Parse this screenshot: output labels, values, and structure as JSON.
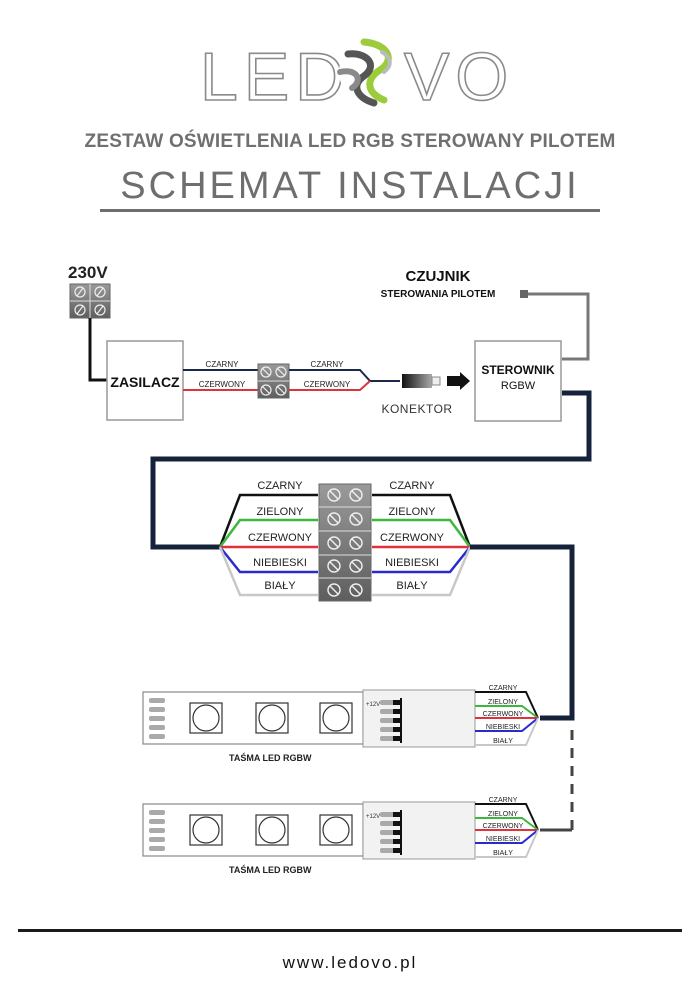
{
  "brand": {
    "logo_text_left": "LED",
    "logo_text_right": "VO",
    "logo_accent_color": "#9ccc3c",
    "logo_gray_color": "#8a8a8a"
  },
  "header": {
    "subtitle": "ZESTAW OŚWIETLENIA LED RGB STEROWANY PILOTEM",
    "title": "SCHEMAT INSTALACJI"
  },
  "diagram": {
    "mains": {
      "label": "230V"
    },
    "power_supply": {
      "label": "ZASILACZ"
    },
    "psu_wires": [
      {
        "label": "CZARNY",
        "color": "#1c2a4a"
      },
      {
        "label": "CZERWONY",
        "color": "#e0323c"
      }
    ],
    "connector": {
      "label": "KONEKTOR"
    },
    "sensor": {
      "title": "CZUJNIK",
      "subtitle": "STEROWANIA PILOTEM"
    },
    "controller": {
      "line1": "STEROWNIK",
      "line2": "RGBW"
    },
    "terminal_wires": [
      {
        "label": "CZARNY",
        "color": "#111111"
      },
      {
        "label": "ZIELONY",
        "color": "#3cb83c"
      },
      {
        "label": "CZERWONY",
        "color": "#e0323c"
      },
      {
        "label": "NIEBIESKI",
        "color": "#2a2ad0"
      },
      {
        "label": "BIAŁY",
        "color": "#d8d8d8"
      }
    ],
    "strips": [
      {
        "label": "TAŚMA LED RGBW",
        "voltage": "+12V"
      },
      {
        "label": "TAŚMA LED RGBW",
        "voltage": "+12V"
      }
    ],
    "cable_color": "#16213a"
  },
  "footer": {
    "url": "www.ledovo.pl"
  }
}
